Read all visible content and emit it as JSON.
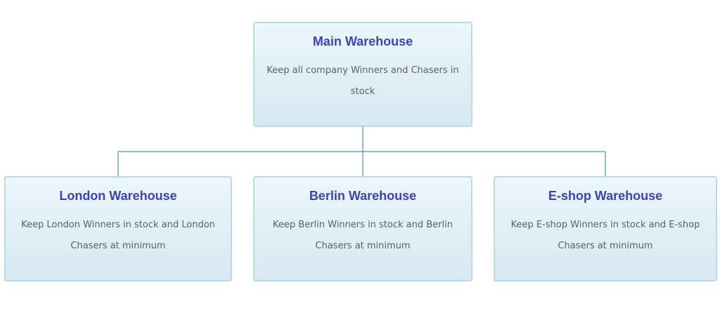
{
  "colors": {
    "title": "#3b44b8",
    "text": "#5a6166",
    "border": "#b8dbe8",
    "connector": "#4b95bf"
  },
  "nodes": {
    "main": {
      "title": "Main Warehouse",
      "description": "Keep all company Winners and Chasers in stock"
    },
    "london": {
      "title": "London Warehouse",
      "description": "Keep London Winners in stock and London Chasers at minimum"
    },
    "berlin": {
      "title": "Berlin Warehouse",
      "description": "Keep Berlin Winners in stock and Berlin Chasers at minimum"
    },
    "eshop": {
      "title": "E-shop Warehouse",
      "description": "Keep E-shop Winners in stock and E-shop Chasers at minimum"
    }
  }
}
